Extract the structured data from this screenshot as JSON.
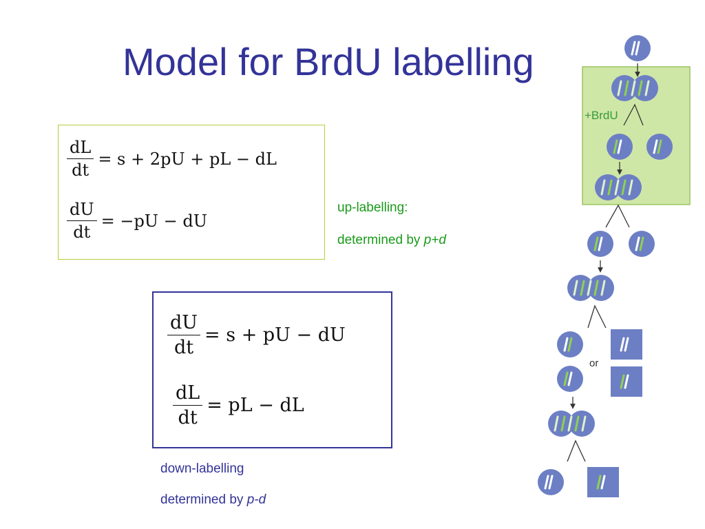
{
  "title": "Model for BrdU labelling",
  "up_box": {
    "eq1": {
      "num": "dL",
      "den": "dt",
      "rhs": "= s + 2pU + pL − dL"
    },
    "eq2": {
      "num": "dU",
      "den": "dt",
      "rhs": "= −pU − dU"
    },
    "border_color": "#b5cc3c"
  },
  "up_note": {
    "line1": "up-labelling:",
    "line2_prefix": "determined by ",
    "line2_formula": "p+d",
    "color": "#1a9a1a"
  },
  "down_box": {
    "eq1": {
      "num": "dU",
      "den": "dt",
      "rhs": "= s + pU − dU"
    },
    "eq2": {
      "num": "dL",
      "den": "dt",
      "rhs": "= pL − dL"
    },
    "border_color": "#333399"
  },
  "down_note": {
    "line1": "down-labelling",
    "line2_prefix": "determined by ",
    "line2_formula": "p-d",
    "color": "#333399"
  },
  "diagram": {
    "brdu_label": "+BrdU",
    "or_label": "or",
    "cell_color": "#6c7fc4",
    "brdu_region_color": "#cfe7a6",
    "label_color": "#3a9a3a"
  }
}
